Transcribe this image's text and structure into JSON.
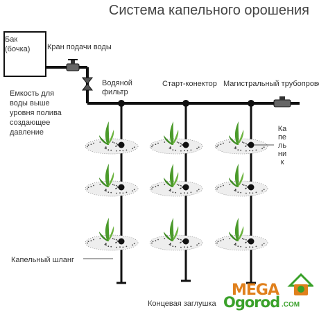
{
  "title": "Система капельного орошения",
  "labels": {
    "tank_line1": "Бак",
    "tank_line2": "(бочка)",
    "tap": "Кран подачи воды",
    "filter_line1": "Водяной",
    "filter_line2": "фильтр",
    "start_connector": "Старт-конектор",
    "main_pipe": "Магистральный трубопровод",
    "desc_line1": "Емкость для",
    "desc_line2": "воды выше",
    "desc_line3": "уровня полива",
    "desc_line4": "создающее",
    "desc_line5": "давление",
    "dripper": "Капельник",
    "drip_hose": "Капельный шланг",
    "end_cap": "Концевая заглушка"
  },
  "logo": {
    "mega": "MEGA",
    "ogorod": "Ogorod",
    "com": ".COM"
  },
  "colors": {
    "pipe": "#111111",
    "plant": "#4a9a2a",
    "soil": "#444444",
    "logo_orange": "#e0801c",
    "logo_green": "#3aa12a"
  }
}
